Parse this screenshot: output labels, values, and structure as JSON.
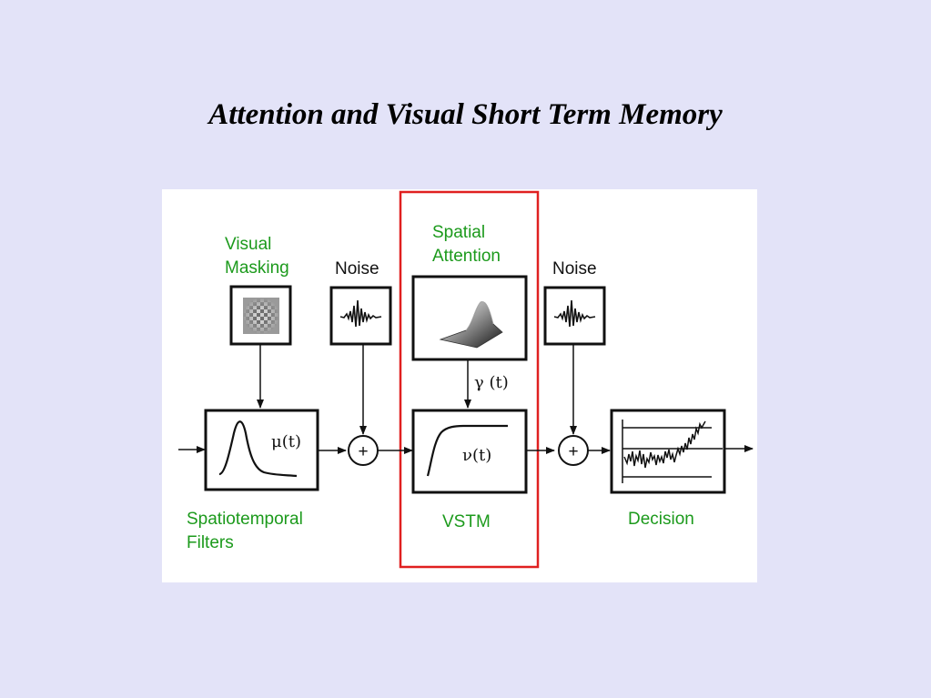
{
  "slide": {
    "title": "Attention and Visual Short Term Memory"
  },
  "diagram": {
    "masking_label": [
      "Visual",
      "Masking"
    ],
    "noise_label_1": "Noise",
    "noise_label_2": "Noise",
    "attention_label": [
      "Spatial",
      "Attention"
    ],
    "gamma_label": "γ (t)",
    "mu_label": "μ(t)",
    "nu_label": "ν(t)",
    "sum_symbol": "+",
    "filters_label": [
      "Spatiotemporal",
      "Filters"
    ],
    "vstm_label": "VSTM",
    "decision_label": "Decision"
  },
  "colors": {
    "background": "#e3e3f8",
    "label_green": "#1c9a1c",
    "highlight_red": "#e02020"
  }
}
